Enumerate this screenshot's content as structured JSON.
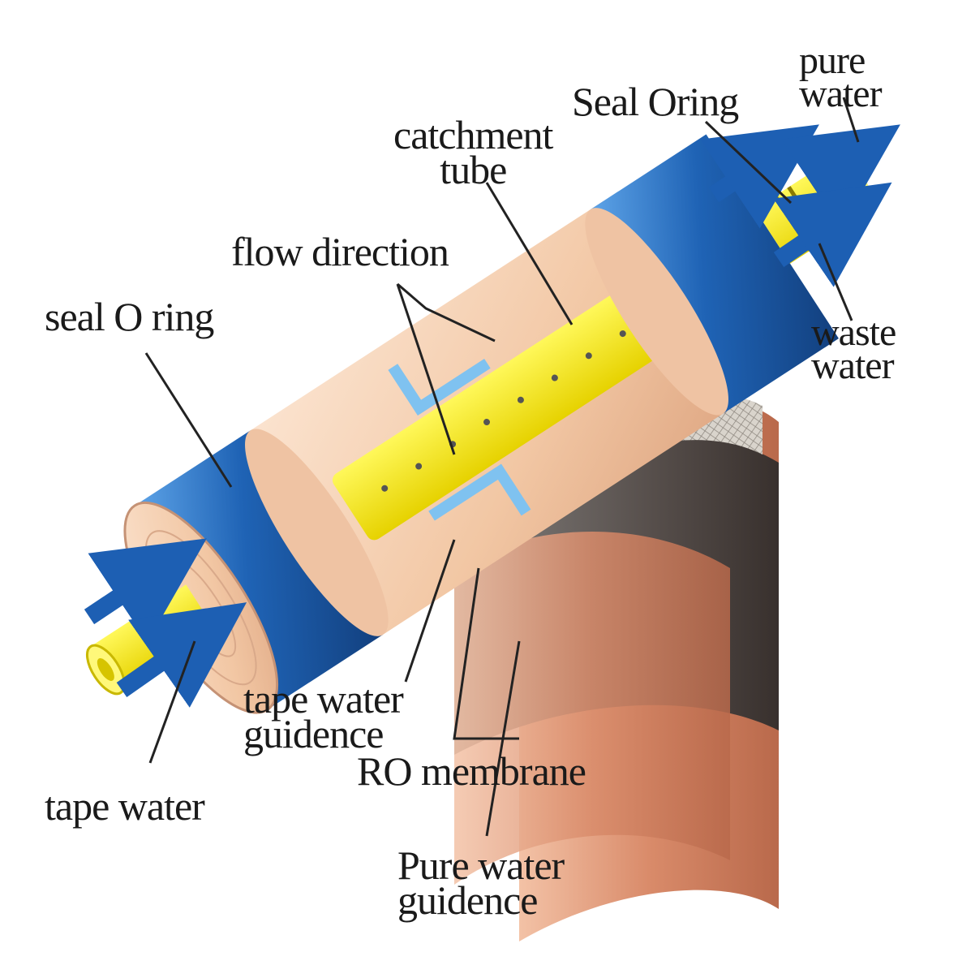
{
  "diagram": {
    "colors": {
      "housing_blue": "#1f63b5",
      "housing_blue_light": "#3a86d8",
      "tube_yellow": "#f2e600",
      "membrane_tan": "#f2c7a4",
      "membrane_copper": "#d98b6a",
      "membrane_dark": "#3c3c3c",
      "mesh_grey": "#b7b2aa",
      "flow_arrow_blue": "#1d5fb3",
      "flow_arrow_light": "#7fc2f0",
      "leader_line": "#222222"
    },
    "labels": {
      "pure_water": [
        "pure",
        "water"
      ],
      "seal_oring": "Seal Oring",
      "catchment_tube": [
        "catchment",
        "tube"
      ],
      "flow_direction": "flow direction",
      "seal_o_ring": "seal O ring",
      "waste_water": [
        "waste",
        "water"
      ],
      "tape_water_guidence": [
        "tape water",
        "guidence"
      ],
      "ro_membrane": "RO membrane",
      "tape_water": "tape water",
      "pure_water_guidence": [
        "Pure water",
        "guidence"
      ]
    }
  }
}
